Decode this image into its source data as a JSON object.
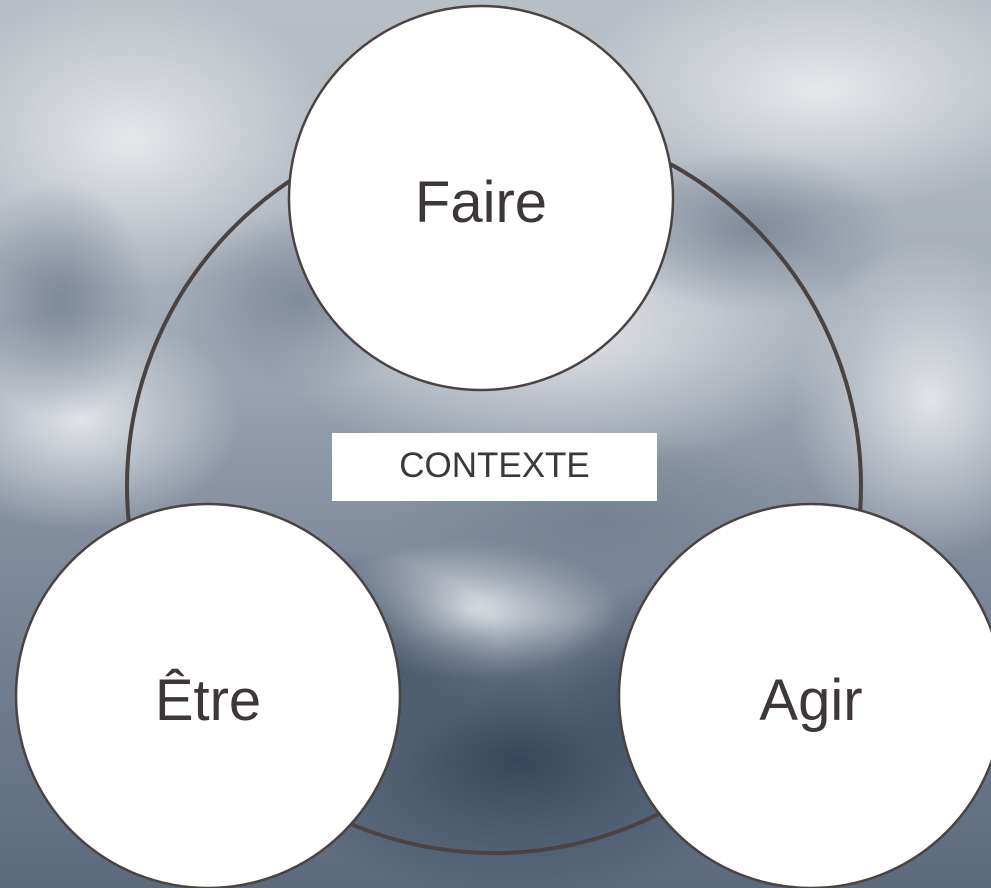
{
  "diagram": {
    "center_label": "CONTEXTE",
    "nodes": [
      {
        "label": "Faire"
      },
      {
        "label": "Être"
      },
      {
        "label": "Agir"
      }
    ]
  },
  "colors": {
    "stroke": "#4a4342",
    "text": "#3d3837",
    "circle_fill": "#ffffff",
    "context_box_fill": "#ffffff"
  }
}
